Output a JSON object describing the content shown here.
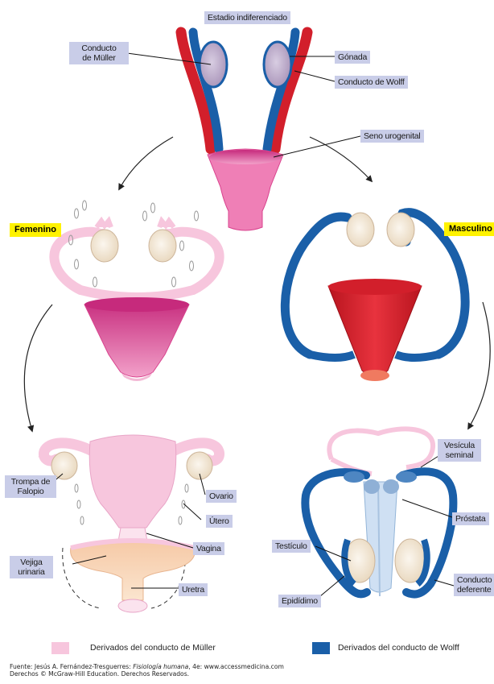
{
  "labels": {
    "stage": "Estadio indiferenciado",
    "muller": "Conducto\nde Müller",
    "gonad": "Gónada",
    "wolff": "Conducto de Wolff",
    "urogenital_sinus": "Seno urogenital",
    "female": "Femenino",
    "male": "Masculino",
    "fallopian": "Trompa de\nFalopio",
    "ovary": "Ovario",
    "uterus": "Útero",
    "vagina": "Vagina",
    "bladder": "Vejiga\nurinaria",
    "urethra": "Uretra",
    "seminal_vesicle": "Vesícula\nseminal",
    "prostate": "Próstata",
    "testis": "Testículo",
    "epididymis": "Epidídimo",
    "vas_deferens": "Conducto\ndeferente"
  },
  "legend": {
    "muller_label": "Derivados del conducto de Müller",
    "wolff_label": "Derivados del conducto de Wolff",
    "muller_color": "#f7c6dd",
    "wolff_color": "#1a5fa8"
  },
  "source": {
    "prefix": "Fuente: Jesús A. Fernández-Tresguerres: ",
    "book": "Fisiología humana",
    "suffix": ", 4e: www.accessmedicina.com",
    "rights": "Derechos © McGraw-Hill Education. Derechos Reservados."
  },
  "colors": {
    "muller": "#f7c6dd",
    "muller_dark": "#d9438e",
    "wolff": "#1a5fa8",
    "red": "#d21f2b",
    "label_bg": "#c9cde8",
    "highlight": "#fff200",
    "gonad": "#f3e6d2"
  }
}
